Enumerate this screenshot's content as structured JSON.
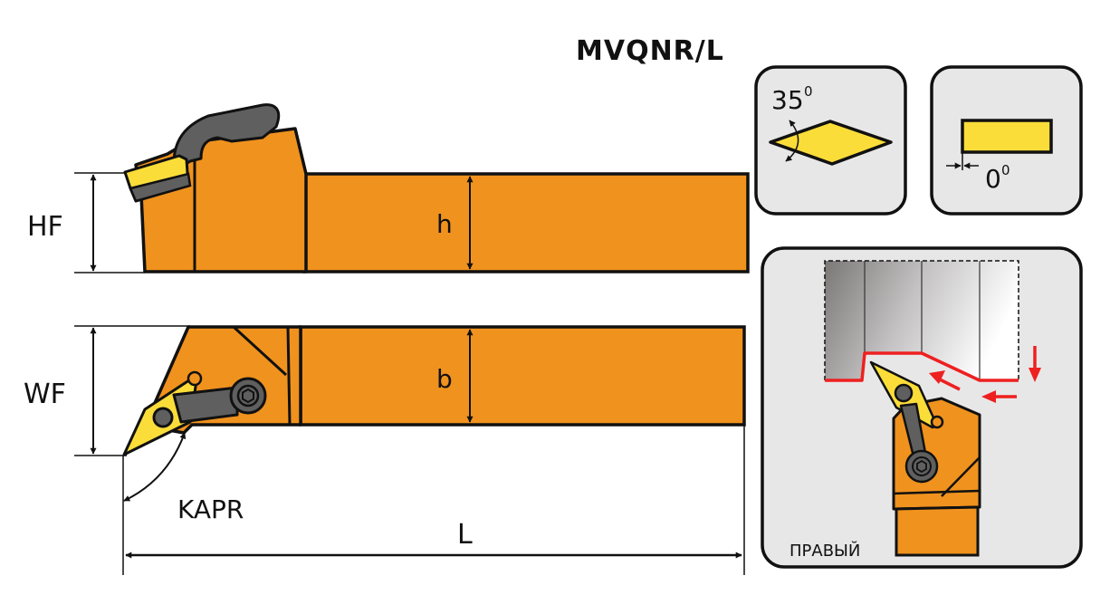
{
  "title": "MVQNR/L",
  "dimensions": {
    "hf": "HF",
    "wf": "WF",
    "h": "h",
    "b": "b",
    "l": "L",
    "kapr": "KAPR"
  },
  "insert_shape_card": {
    "angle_value": "35",
    "angle_unit": "0",
    "shape": "rhombic insert"
  },
  "clearance_card": {
    "angle_value": "0",
    "angle_unit": "0",
    "shape": "neutral insert"
  },
  "application_card": {
    "hand_label": "ПРАВЫЙ"
  },
  "colors": {
    "body_orange": "#F0921E",
    "insert_yellow": "#FBDD3A",
    "clamp_gray": "#5F5F5F",
    "card_bg": "#E8E7E8",
    "path_red": "#EE2020",
    "outline": "#111111"
  }
}
